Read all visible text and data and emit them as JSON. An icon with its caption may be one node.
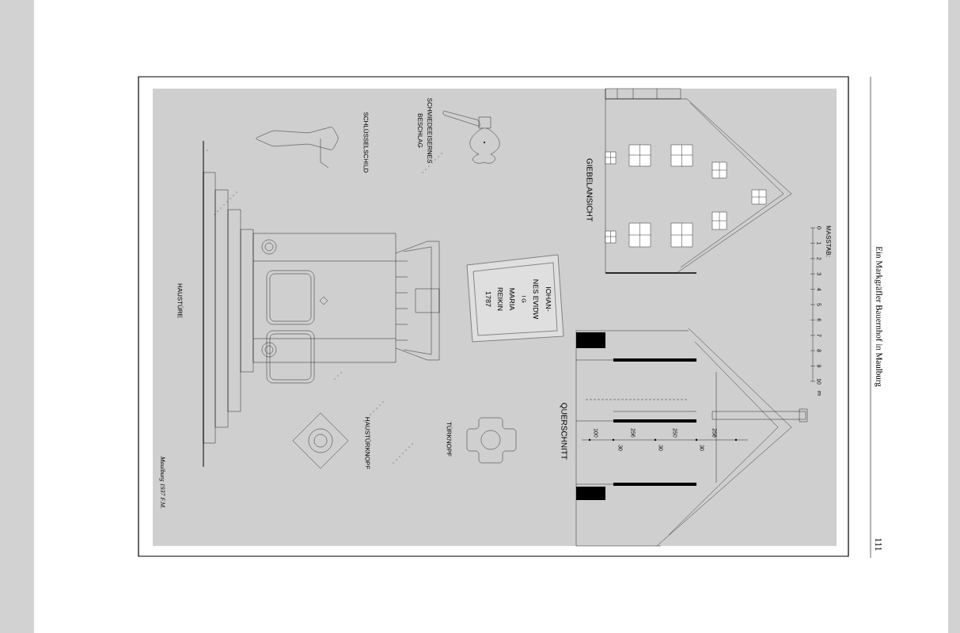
{
  "diagram": {
    "labels": [
      "Ein Markgräfler Bauernhof in Maulburg",
      "111",
      "GIEBELANSICHT",
      "MASSTAB:",
      "0",
      "1",
      "2",
      "3",
      "4",
      "5",
      "6",
      "7",
      "8",
      "9",
      "10",
      "m",
      "SCHMIEDEEISERNES BESCHLAG",
      "SCHLÜSSELSCHILD",
      "IOHAN-",
      "NES EVIDW",
      "I G",
      "MARIA",
      "REIKIN",
      "1787",
      "QUERSCHNITT",
      "100",
      "256",
      "250",
      "258",
      "30",
      "30",
      "30",
      "TÜRKNOPF",
      "HAUSTÜRKNOPF",
      "HAUSTÜRE",
      "Maulburg 1937 F.M."
    ]
  }
}
